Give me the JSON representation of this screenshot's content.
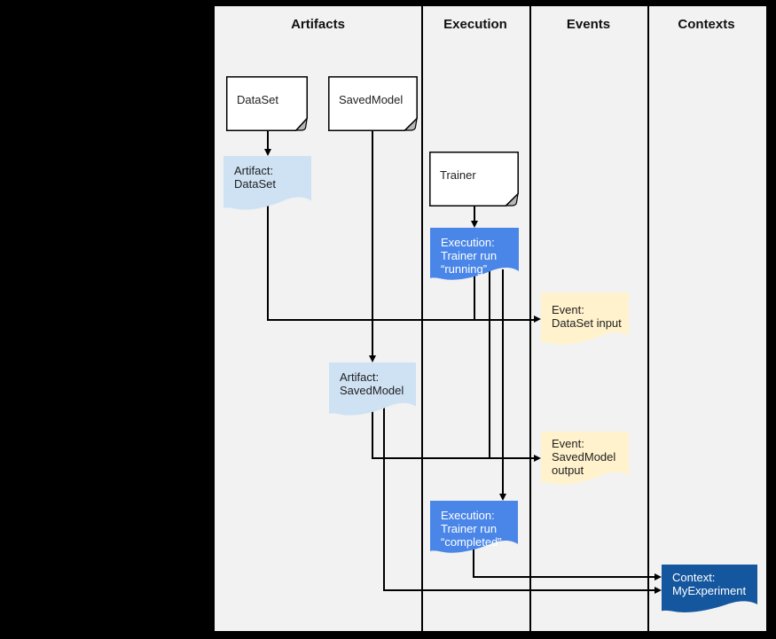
{
  "diagram": {
    "title_columns": [
      {
        "label": "Artifacts"
      },
      {
        "label": "Execution"
      },
      {
        "label": "Events"
      },
      {
        "label": "Contexts"
      }
    ],
    "nodes": {
      "dataset": {
        "label": "DataSet",
        "kind": "note"
      },
      "savedmodel": {
        "label": "SavedModel",
        "kind": "note"
      },
      "trainer": {
        "label": "Trainer",
        "kind": "note"
      },
      "artifact_dataset": {
        "label": "Artifact:\nDataSet",
        "kind": "artifact"
      },
      "execution_running": {
        "label": "Execution:\nTrainer run\n“running”",
        "kind": "execution"
      },
      "event_dataset_input": {
        "label": "Event:\nDataSet input",
        "kind": "event"
      },
      "artifact_savedmodel": {
        "label": "Artifact:\nSavedModel",
        "kind": "artifact"
      },
      "event_savedmodel_output": {
        "label": "Event:\nSavedModel\noutput",
        "kind": "event"
      },
      "execution_completed": {
        "label": "Execution:\nTrainer run\n“completed”",
        "kind": "execution"
      },
      "context_myexperiment": {
        "label": "Context:\nMyExperiment",
        "kind": "context"
      }
    },
    "edges": [
      {
        "from": "DataSet",
        "to": "Artifact: DataSet"
      },
      {
        "from": "SavedModel",
        "to": "Artifact: SavedModel"
      },
      {
        "from": "Trainer",
        "to": "Execution: Trainer run “running”"
      },
      {
        "from": "Artifact: DataSet",
        "to": "Event: DataSet input"
      },
      {
        "from": "Execution: Trainer run “running”",
        "to": "Event: DataSet input"
      },
      {
        "from": "Execution: Trainer run “running”",
        "to": "Event: SavedModel output"
      },
      {
        "from": "Execution: Trainer run “running”",
        "to": "Execution: Trainer run “completed”"
      },
      {
        "from": "Artifact: SavedModel",
        "to": "Event: SavedModel output"
      },
      {
        "from": "Artifact: SavedModel",
        "to": "Context: MyExperiment"
      },
      {
        "from": "Execution: Trainer run “completed”",
        "to": "Context: MyExperiment"
      }
    ],
    "palette": {
      "bg": "#f2f2f2",
      "node_white": "#ffffff",
      "artifact_blue": "#cfe2f3",
      "execution_blue": "#4a86e8",
      "event_cream": "#fff2cc",
      "context_navy": "#15579f",
      "fold_gray": "#b7b7b7",
      "line": "#000000",
      "text_dark": "#1f1f1f",
      "text_light": "#ffffff"
    }
  }
}
